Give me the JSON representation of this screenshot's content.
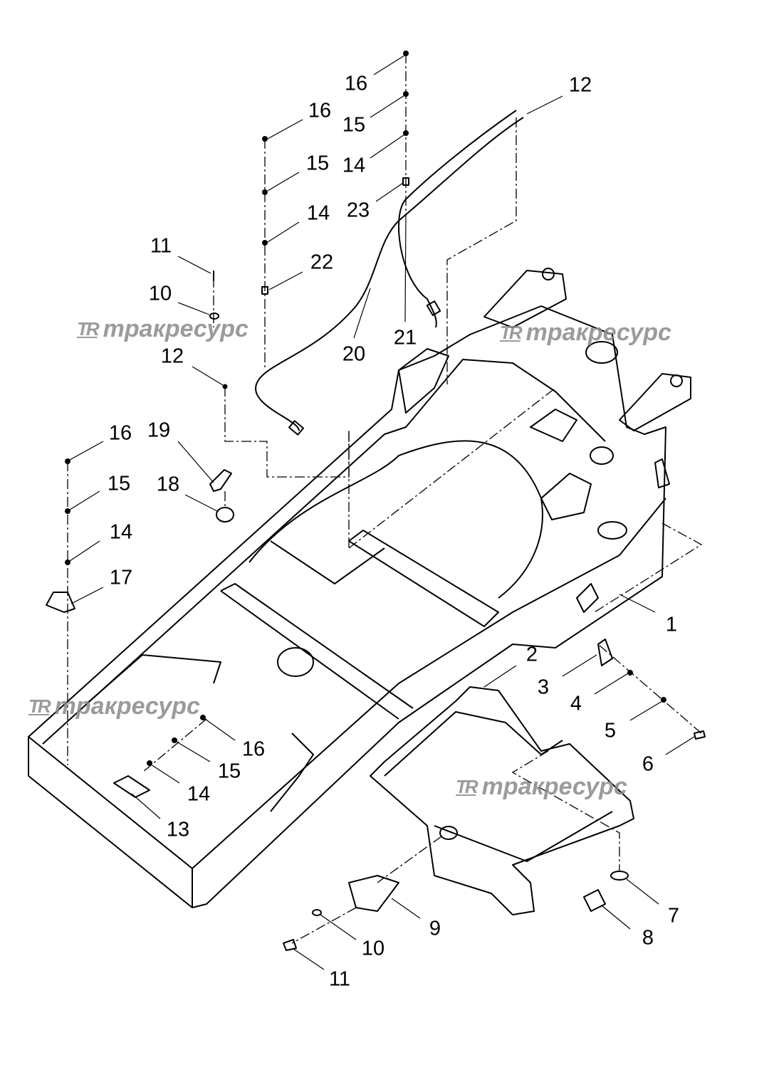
{
  "diagram": {
    "title": "Frame assembly exploded parts diagram",
    "watermark": {
      "logo": "TR",
      "text": "тракресурс"
    },
    "callouts": [
      "16",
      "15",
      "14",
      "23",
      "12",
      "16",
      "15",
      "14",
      "22",
      "11",
      "10",
      "12",
      "20",
      "21",
      "16",
      "19",
      "15",
      "18",
      "14",
      "17",
      "1",
      "2",
      "3",
      "4",
      "5",
      "6",
      "16",
      "15",
      "14",
      "13",
      "7",
      "8",
      "9",
      "10",
      "11"
    ]
  }
}
